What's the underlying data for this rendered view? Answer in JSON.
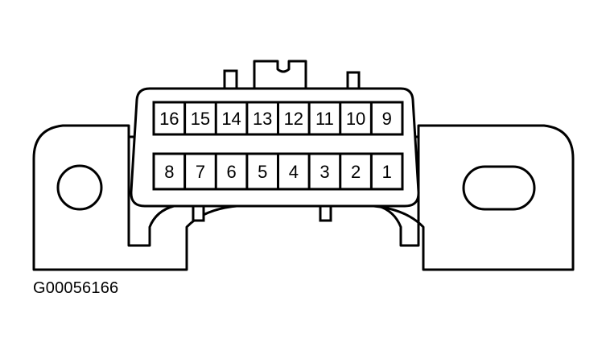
{
  "figure_id": "G00056166",
  "connector": {
    "top_row_pins": [
      "16",
      "15",
      "14",
      "13",
      "12",
      "11",
      "10",
      "9"
    ],
    "bottom_row_pins": [
      "8",
      "7",
      "6",
      "5",
      "4",
      "3",
      "2",
      "1"
    ]
  }
}
